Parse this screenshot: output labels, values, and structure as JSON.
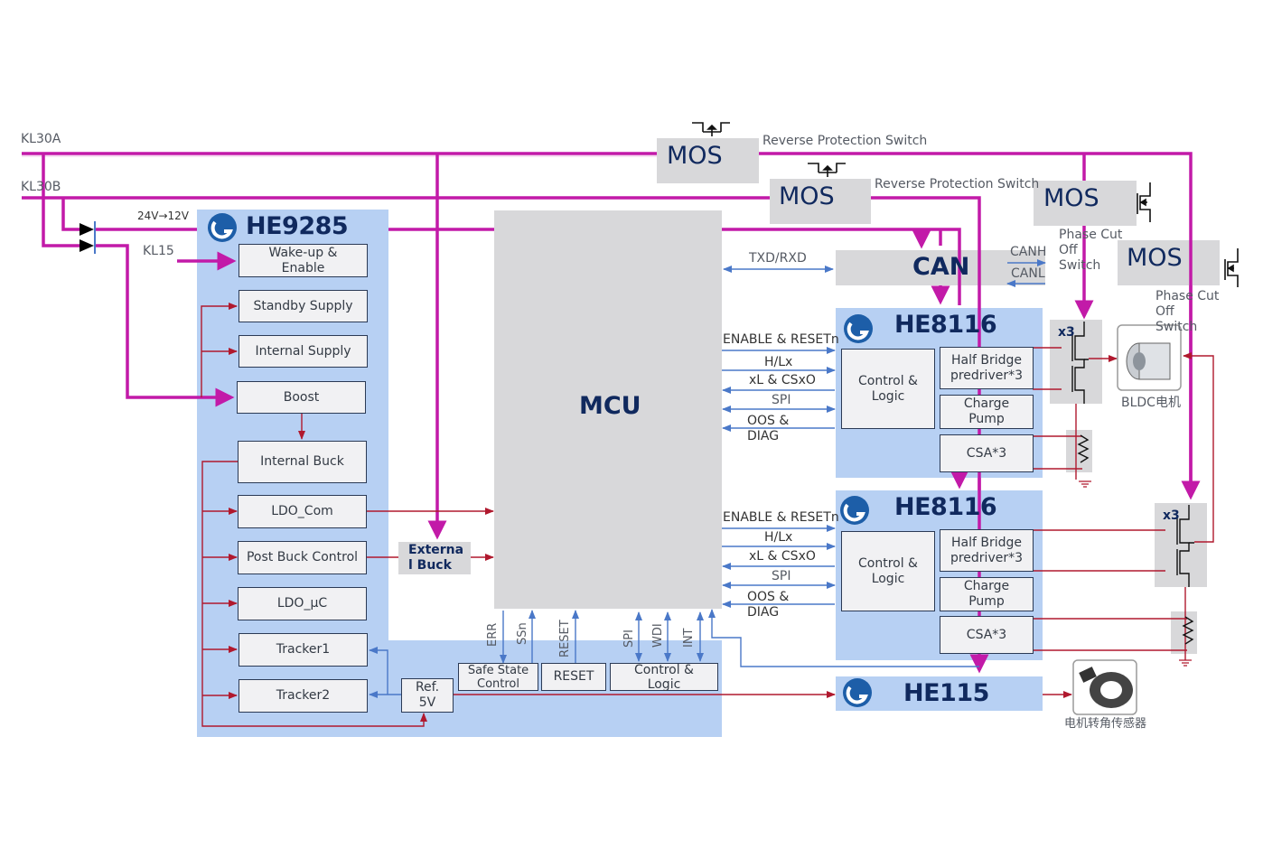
{
  "rails": {
    "kl30a": "KL30A",
    "kl30b": "KL30B",
    "kl15": "KL15",
    "conversion": "24V→12V"
  },
  "mos_switches": [
    {
      "label": "MOS",
      "caption": "Reverse Protection Switch",
      "icon": "mosfet-icon"
    },
    {
      "label": "MOS",
      "caption": "Reverse Protection Switch",
      "icon": "mosfet-icon"
    },
    {
      "label": "MOS",
      "caption": "Phase Cut Off Switch",
      "caption_lines": [
        "Phase Cut",
        "Off",
        "Switch"
      ],
      "icon": "mosfet-icon"
    },
    {
      "label": "MOS",
      "caption": "Phase Cut Off Switch",
      "caption_lines": [
        "Phase Cut",
        "Off",
        "Switch"
      ],
      "icon": "mosfet-icon"
    }
  ],
  "he9285": {
    "title": "HE9285",
    "logo": "company-logo-icon",
    "blocks": {
      "wakeup": [
        "Wake-up &",
        "Enable"
      ],
      "standby": "Standby Supply",
      "internal_supply": "Internal Supply",
      "boost": "Boost",
      "internal_buck": "Internal Buck",
      "ldo_com": "LDO_Com",
      "post_buck": "Post Buck Control",
      "ldo_uc": "LDO_µC",
      "tracker1": "Tracker1",
      "tracker2": "Tracker2",
      "ref5v": [
        "Ref.",
        "5V"
      ],
      "safe_state": [
        "Safe State",
        "Control"
      ],
      "reset": "RESET",
      "control_logic": [
        "Control &",
        "Logic"
      ]
    },
    "signals": [
      "ERR",
      "SSn",
      "RESET",
      "SPI",
      "WDI",
      "INT"
    ]
  },
  "external_buck": [
    "Externa",
    "l Buck"
  ],
  "mcu": {
    "label": "MCU"
  },
  "can": {
    "label": "CAN",
    "txd_rxd": "TXD/RXD",
    "canh": "CANH",
    "canl": "CANL"
  },
  "he8116_blocks": [
    {
      "title": "HE8116",
      "signals": [
        "ENABLE & RESETn",
        "H/Lx",
        "xL & CSxO",
        "SPI",
        "OOS &",
        "DIAG"
      ],
      "control_logic": [
        "Control &",
        "Logic"
      ],
      "half_bridge": [
        "Half Bridge",
        "predriver*3"
      ],
      "charge_pump": [
        "Charge",
        "Pump"
      ],
      "csa": "CSA*3"
    },
    {
      "title": "HE8116",
      "signals": [
        "ENABLE & RESETn",
        "H/Lx",
        "xL & CSxO",
        "SPI",
        "OOS &",
        "DIAG"
      ],
      "control_logic": [
        "Control &",
        "Logic"
      ],
      "half_bridge": [
        "Half Bridge",
        "predriver*3"
      ],
      "charge_pump": [
        "Charge",
        "Pump"
      ],
      "csa": "CSA*3"
    }
  ],
  "he115": {
    "title": "HE115"
  },
  "power_stage": {
    "multiplier": "x3",
    "shunt_multiplier": "x3"
  },
  "motor": {
    "label": "BLDC电机",
    "icon": "bldc-motor-icon"
  },
  "sensor": {
    "label": "电机转角传感器",
    "icon": "angle-sensor-icon"
  },
  "colors": {
    "power_rail": "#c21aa8",
    "signal": "#4a78c8",
    "supply": "#b0192e",
    "chip_bg": "#b7d0f3",
    "gray_block": "#d8d8da",
    "title_navy": "#10295e"
  }
}
